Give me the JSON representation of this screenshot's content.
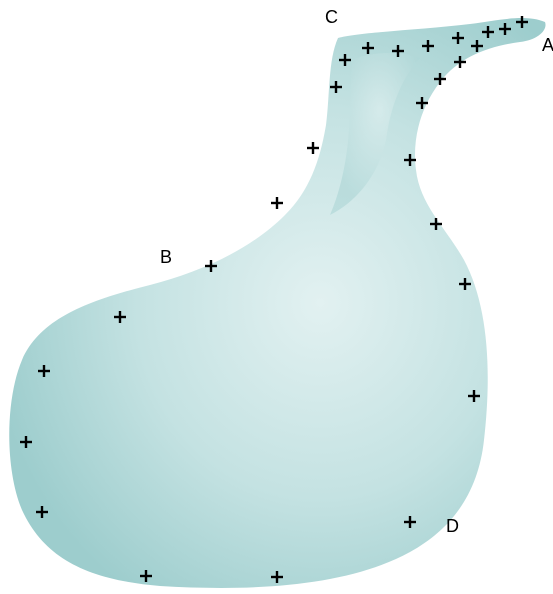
{
  "diagram": {
    "shape": "charged conductor",
    "colors": {
      "fill_edge": "#9fcfcf",
      "fill_center": "#e2f1f1",
      "charge": "#000000",
      "label": "#000000"
    },
    "labels": {
      "a": "A",
      "b": "B",
      "c": "C",
      "d": "D"
    },
    "charge_symbol": "+"
  }
}
